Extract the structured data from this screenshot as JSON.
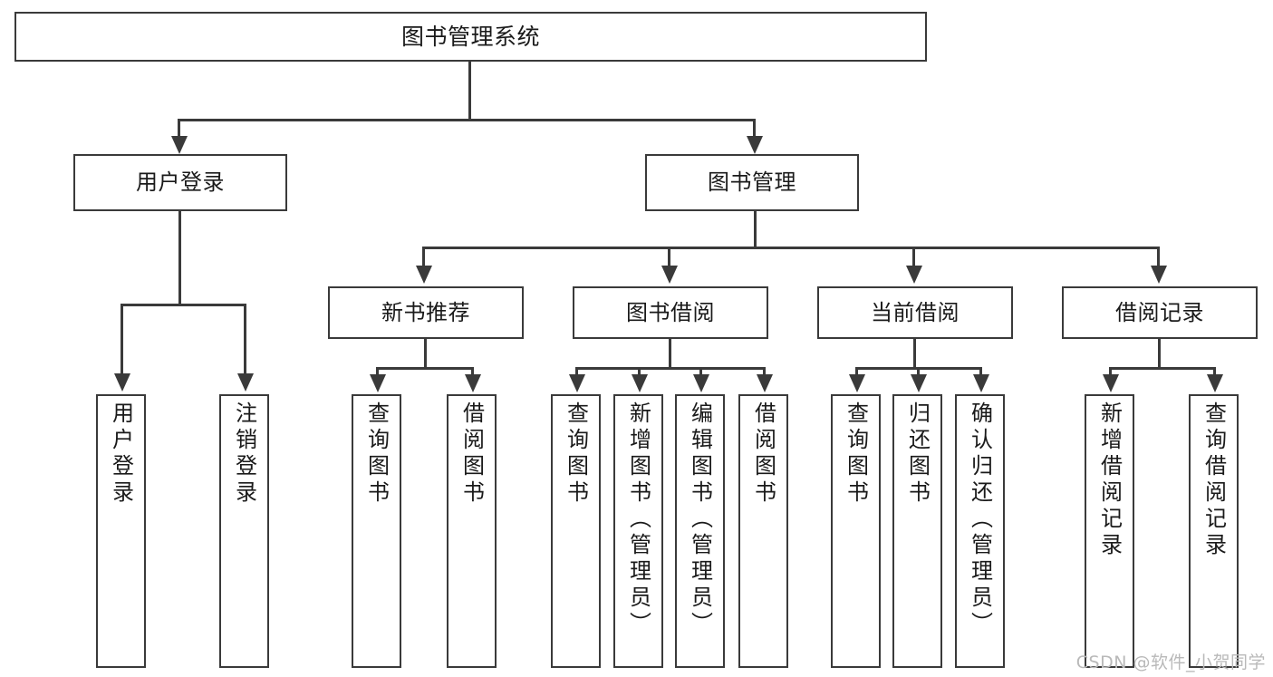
{
  "diagram": {
    "title": "图书管理系统",
    "type": "tree-hierarchy-diagram",
    "colors": {
      "stroke": "#3a3a3a",
      "fill": "#ffffff",
      "text": "#1a1a1a",
      "watermark": "#b9b9b9"
    },
    "root": {
      "label": "图书管理系统"
    },
    "level2": [
      {
        "label": "用户登录"
      },
      {
        "label": "图书管理"
      }
    ],
    "level3": [
      {
        "label": "新书推荐"
      },
      {
        "label": "图书借阅"
      },
      {
        "label": "当前借阅"
      },
      {
        "label": "借阅记录"
      }
    ],
    "leaves": {
      "user_login": [
        {
          "label": "用户登录"
        },
        {
          "label": "注销登录"
        }
      ],
      "new_book_recommend": [
        {
          "label": "查询图书"
        },
        {
          "label": "借阅图书"
        }
      ],
      "book_borrow": [
        {
          "label": "查询图书"
        },
        {
          "label": "新增图书（管理员）"
        },
        {
          "label": "编辑图书（管理员）"
        },
        {
          "label": "借阅图书"
        }
      ],
      "current_borrow": [
        {
          "label": "查询图书"
        },
        {
          "label": "归还图书"
        },
        {
          "label": "确认归还（管理员）"
        }
      ],
      "borrow_records": [
        {
          "label": "新增借阅记录"
        },
        {
          "label": "查询借阅记录"
        }
      ]
    }
  },
  "watermark": {
    "text": "CSDN @软件_小贺同学"
  }
}
